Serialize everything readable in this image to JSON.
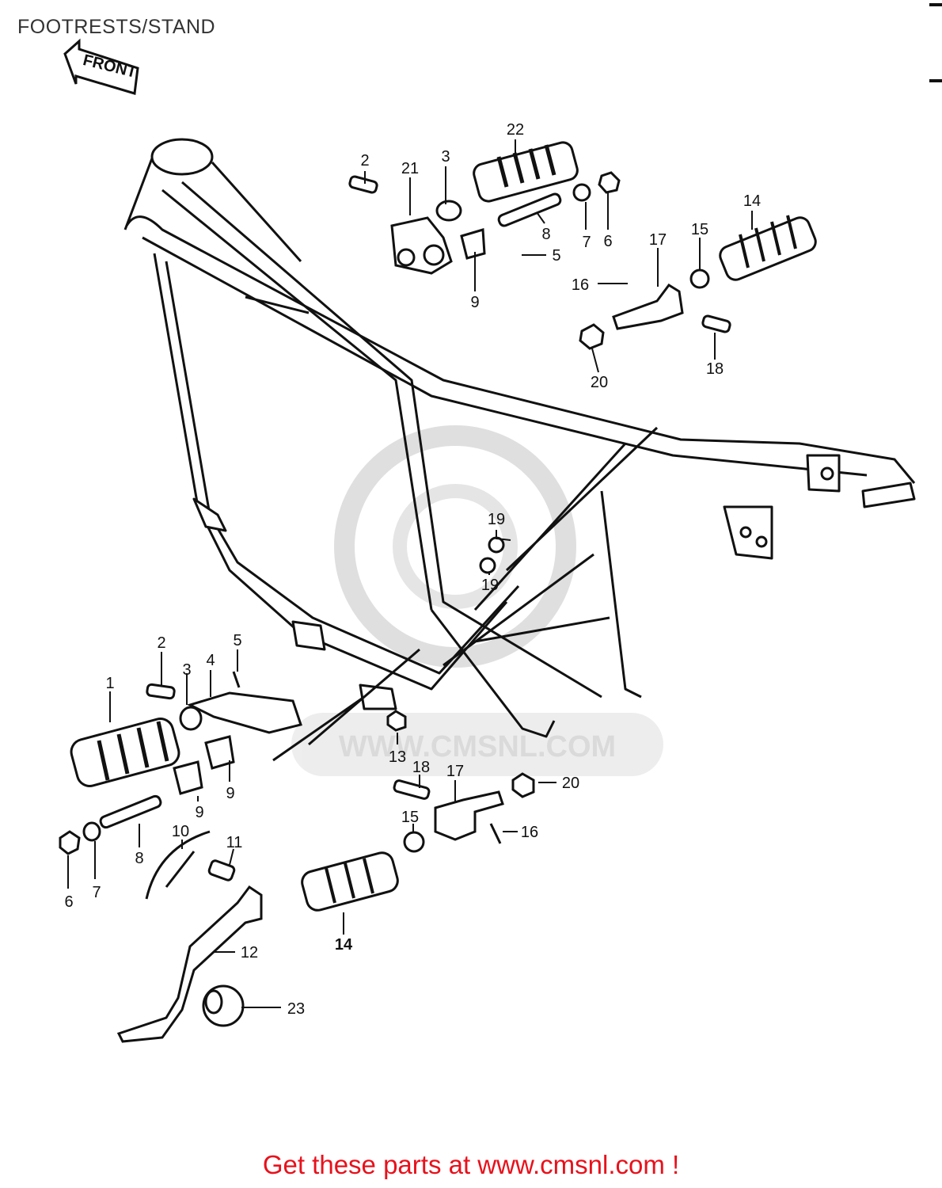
{
  "header": {
    "title": "FOOTRESTS/STAND"
  },
  "front_arrow": {
    "label": "FRONT"
  },
  "watermark": {
    "text": "WWW.CMSNL.COM"
  },
  "callouts": {
    "top": [
      {
        "id": "2",
        "label": "2"
      },
      {
        "id": "21",
        "label": "21"
      },
      {
        "id": "3",
        "label": "3"
      },
      {
        "id": "22",
        "label": "22"
      },
      {
        "id": "8",
        "label": "8"
      },
      {
        "id": "7",
        "label": "7"
      },
      {
        "id": "6",
        "label": "6"
      },
      {
        "id": "5",
        "label": "5"
      },
      {
        "id": "9",
        "label": "9"
      },
      {
        "id": "14",
        "label": "14"
      },
      {
        "id": "15",
        "label": "15"
      },
      {
        "id": "17",
        "label": "17"
      },
      {
        "id": "16",
        "label": "16"
      },
      {
        "id": "18",
        "label": "18"
      },
      {
        "id": "20",
        "label": "20"
      }
    ],
    "middle": [
      {
        "id": "19a",
        "label": "19"
      },
      {
        "id": "19b",
        "label": "19"
      }
    ],
    "bottom": [
      {
        "id": "2",
        "label": "2"
      },
      {
        "id": "5",
        "label": "5"
      },
      {
        "id": "4",
        "label": "4"
      },
      {
        "id": "3",
        "label": "3"
      },
      {
        "id": "1",
        "label": "1"
      },
      {
        "id": "9a",
        "label": "9"
      },
      {
        "id": "9b",
        "label": "9"
      },
      {
        "id": "13",
        "label": "13"
      },
      {
        "id": "18",
        "label": "18"
      },
      {
        "id": "17",
        "label": "17"
      },
      {
        "id": "20",
        "label": "20"
      },
      {
        "id": "15",
        "label": "15"
      },
      {
        "id": "16",
        "label": "16"
      },
      {
        "id": "10",
        "label": "10"
      },
      {
        "id": "11",
        "label": "11"
      },
      {
        "id": "8",
        "label": "8"
      },
      {
        "id": "6",
        "label": "6"
      },
      {
        "id": "7",
        "label": "7"
      },
      {
        "id": "14",
        "label": "14"
      },
      {
        "id": "12",
        "label": "12"
      },
      {
        "id": "23",
        "label": "23"
      }
    ]
  },
  "footer": {
    "text": "Get these parts at www.cmsnl.com !",
    "color": "#e8111b"
  }
}
